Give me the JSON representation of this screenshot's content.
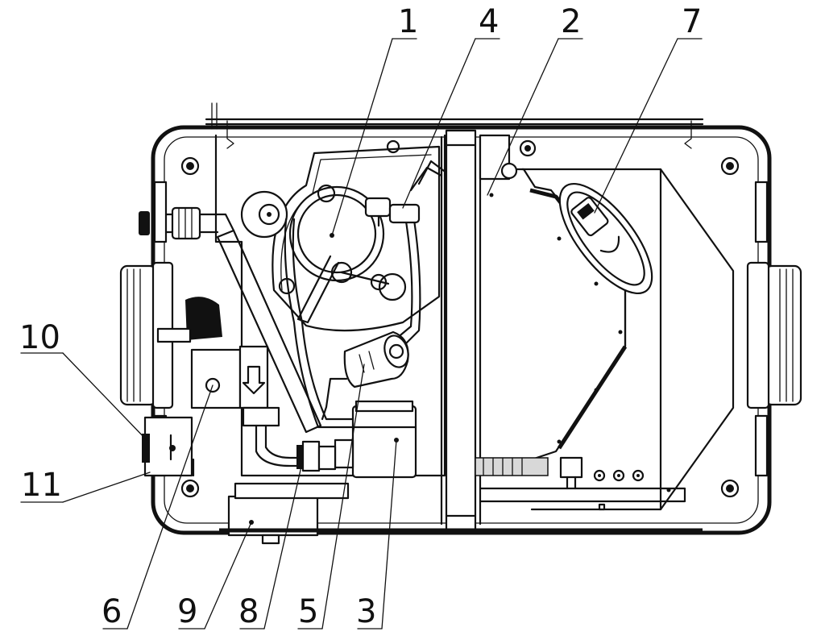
{
  "callouts": [
    {
      "id": "c1",
      "label": "1"
    },
    {
      "id": "c4",
      "label": "4"
    },
    {
      "id": "c2",
      "label": "2"
    },
    {
      "id": "c7",
      "label": "7"
    },
    {
      "id": "c10",
      "label": "10"
    },
    {
      "id": "c11",
      "label": "11"
    },
    {
      "id": "c6",
      "label": "6"
    },
    {
      "id": "c9",
      "label": "9"
    },
    {
      "id": "c8",
      "label": "8"
    },
    {
      "id": "c5",
      "label": "5"
    },
    {
      "id": "c3",
      "label": "3"
    }
  ]
}
